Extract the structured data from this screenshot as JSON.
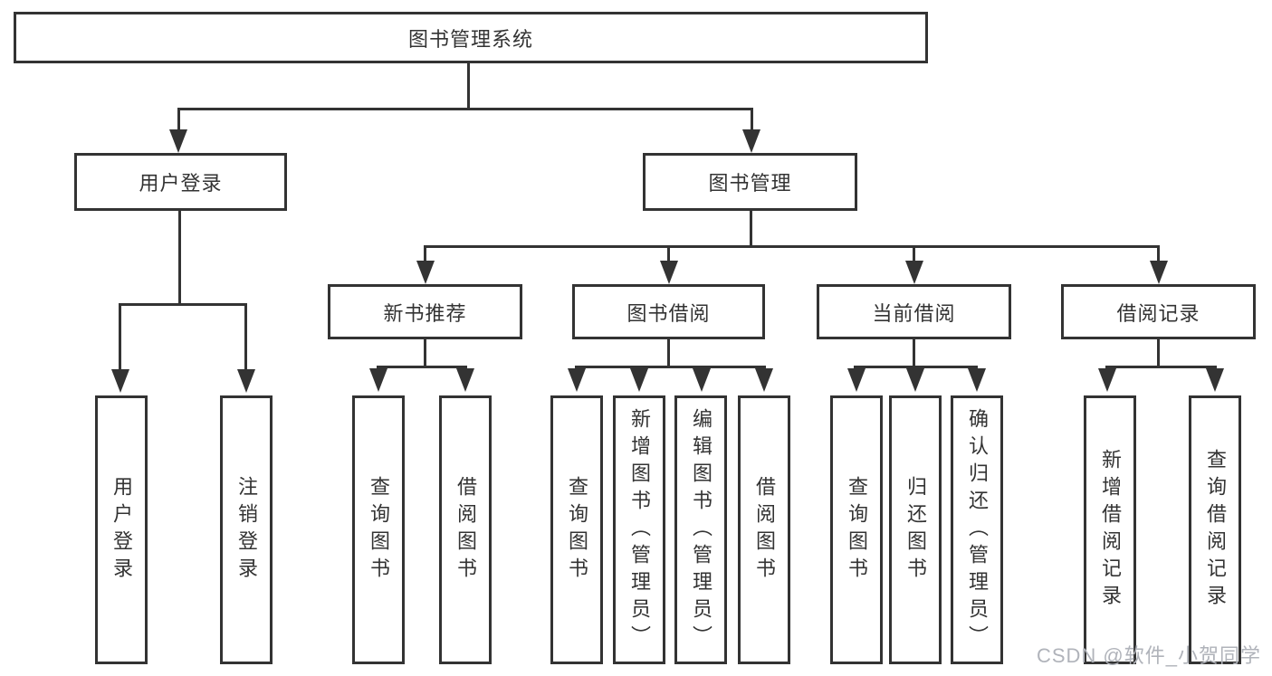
{
  "diagram": {
    "title": "图书管理系统",
    "level2": {
      "user_login": "用户登录",
      "book_management": "图书管理"
    },
    "level3": {
      "new_book_recommend": "新书推荐",
      "book_borrowing": "图书借阅",
      "current_borrowing": "当前借阅",
      "borrowing_records": "借阅记录"
    },
    "level4": {
      "user_login": [
        "用户登录",
        "注销登录"
      ],
      "new_book_recommend": [
        "查询图书",
        "借阅图书"
      ],
      "book_borrowing": [
        "查询图书",
        "新增图书（管理员）",
        "编辑图书（管理员）",
        "借阅图书"
      ],
      "current_borrowing": [
        "查询图书",
        "归还图书",
        "确认归还（管理员）"
      ],
      "borrowing_records": [
        "新增借阅记录",
        "查询借阅记录"
      ]
    }
  },
  "watermark": "CSDN @软件_小贺同学",
  "colors": {
    "line": "#333333",
    "box_border": "#333333",
    "text": "#333333",
    "watermark": "#b0b3ba",
    "background": "#ffffff"
  }
}
